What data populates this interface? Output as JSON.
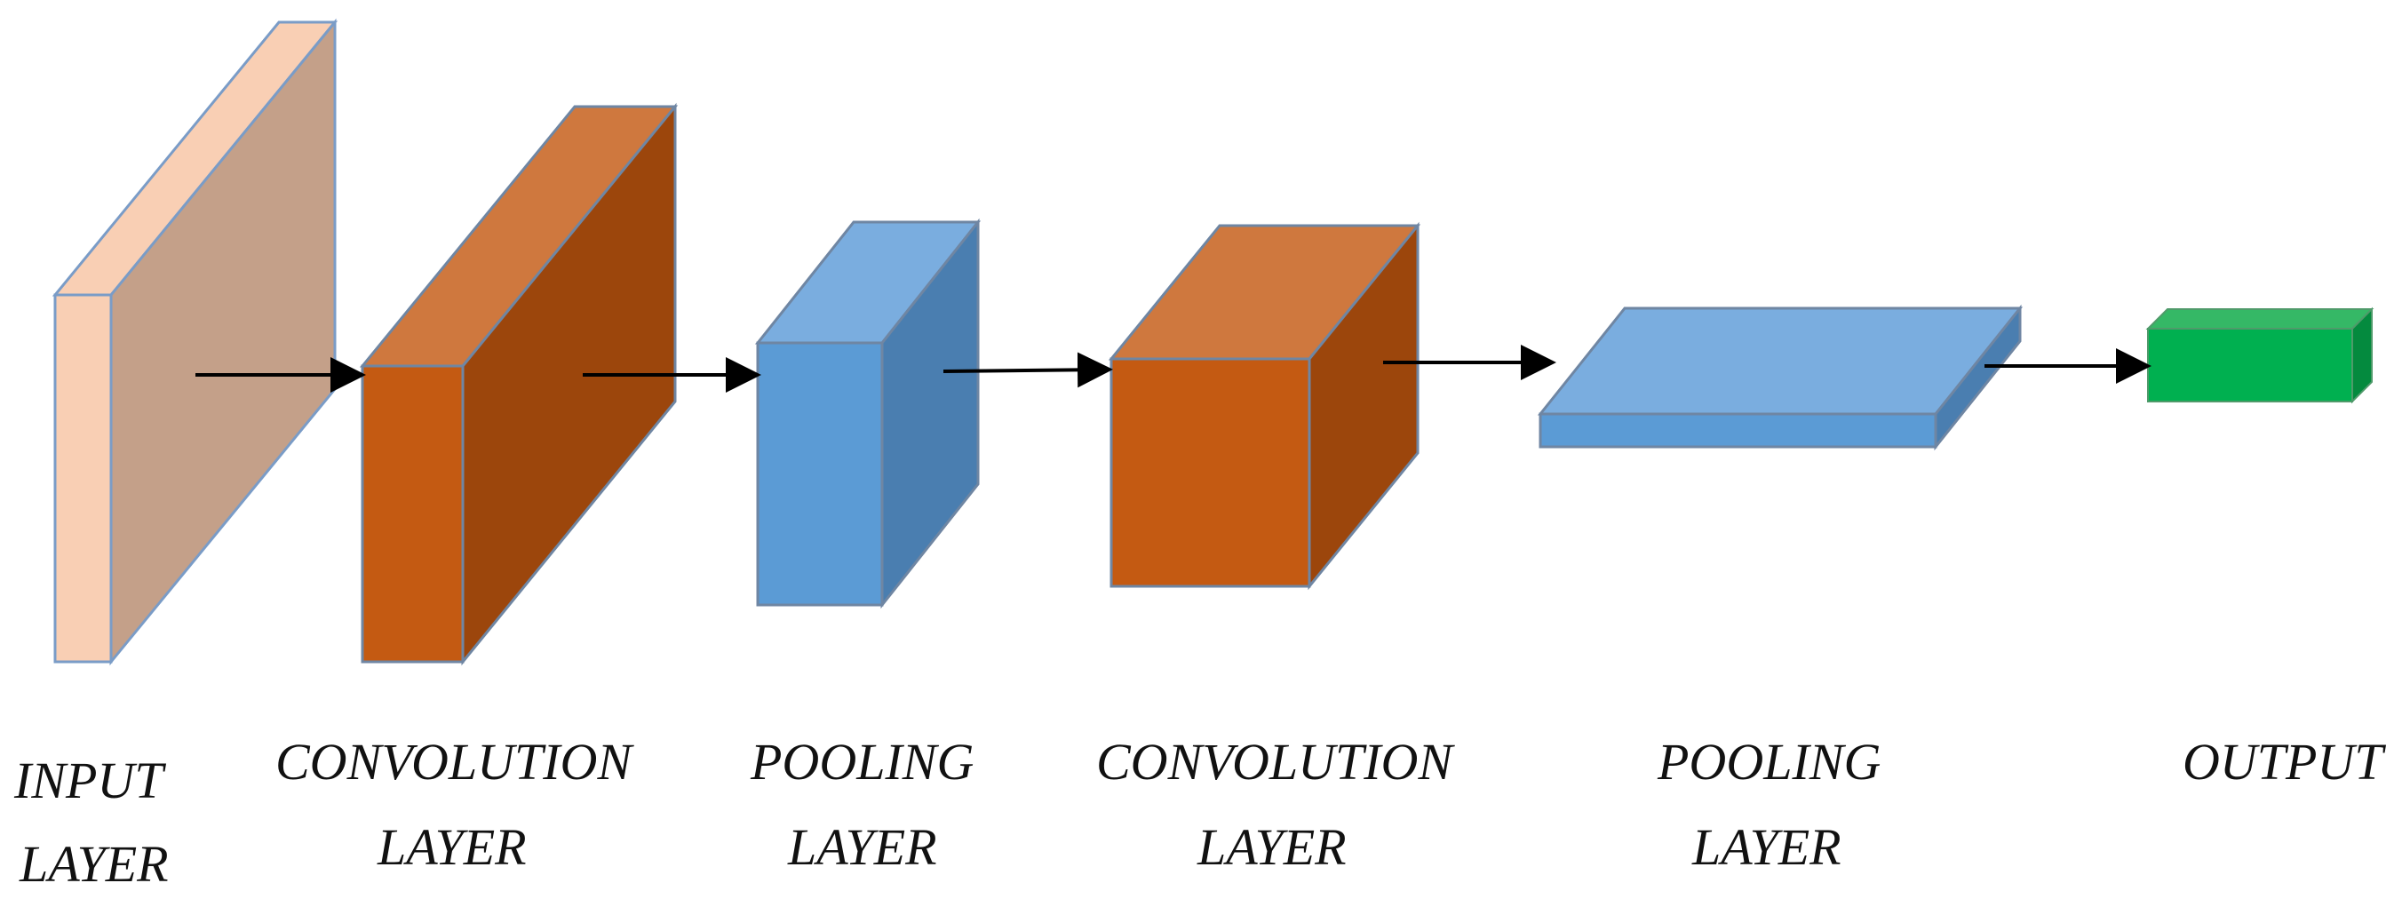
{
  "colors": {
    "input_front": "#f9cfb4",
    "input_face": "#c4a089",
    "conv_top": "#cf783e",
    "conv_front": "#c45a12",
    "conv_side": "#9c460c",
    "pool_top": "#7aaddf",
    "pool_front": "#5b9bd5",
    "pool_side": "#4a7eb0",
    "output_top": "#35b866",
    "output_front": "#00b050",
    "output_side": "#048a3e",
    "arrow": "#000000"
  },
  "layers": [
    {
      "id": "input",
      "label_lines": [
        "INPUT",
        "LAYER"
      ]
    },
    {
      "id": "conv1",
      "label_lines": [
        "CONVOLUTION",
        "LAYER"
      ]
    },
    {
      "id": "pool1",
      "label_lines": [
        "POOLING",
        "LAYER"
      ]
    },
    {
      "id": "conv2",
      "label_lines": [
        "CONVOLUTION",
        "LAYER"
      ]
    },
    {
      "id": "pool2",
      "label_lines": [
        "POOLING",
        "LAYER"
      ]
    },
    {
      "id": "output",
      "label_lines": [
        "OUTPUT"
      ]
    }
  ]
}
